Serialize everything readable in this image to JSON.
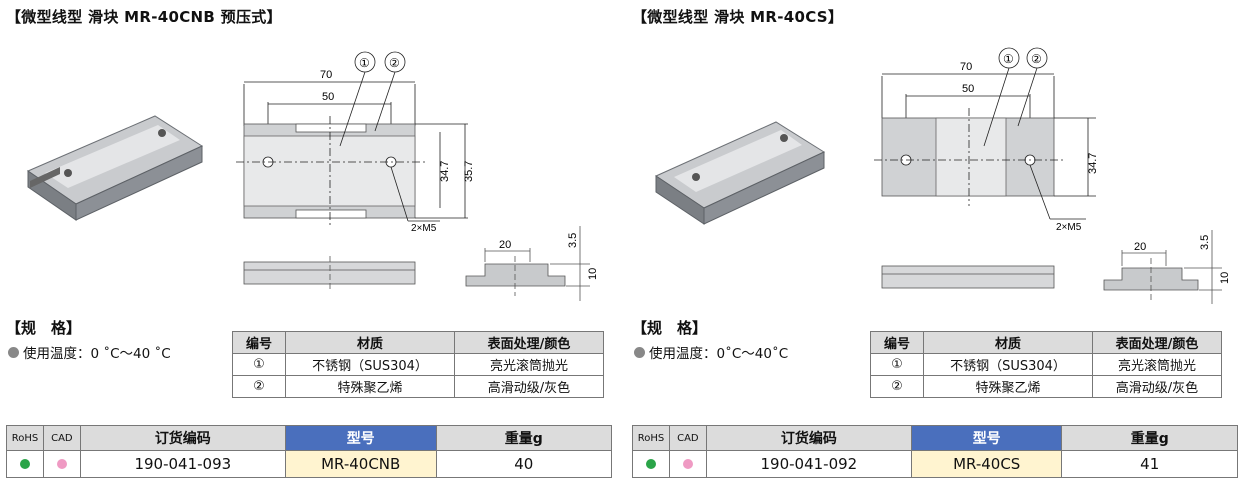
{
  "left": {
    "title": "【微型线型 滑块 MR-40CNB 预压式】",
    "drawing": {
      "dim_70": "70",
      "dim_50": "50",
      "dim_34_7": "34.7",
      "dim_35_7": "35.7",
      "hole": "2×M5",
      "dim_20": "20",
      "dim_3_5": "3.5",
      "dim_10": "10",
      "callout_1": "①",
      "callout_2": "②"
    },
    "spec_heading": "【规　格】",
    "temperature": "使用温度：0 ˚C～40 ˚C",
    "material_table": {
      "headers": [
        "编号",
        "材质",
        "表面处理/颜色"
      ],
      "rows": [
        [
          "①",
          "不锈钢（SUS304）",
          "亮光滚筒抛光"
        ],
        [
          "②",
          "特殊聚乙烯",
          "高滑动级/灰色"
        ]
      ]
    },
    "order_table": {
      "headers": [
        "RoHS",
        "CAD",
        "订货编码",
        "型号",
        "重量g"
      ],
      "row": {
        "code": "190-041-093",
        "model": "MR-40CNB",
        "weight": "40"
      }
    }
  },
  "right": {
    "title": "【微型线型 滑块 MR-40CS】",
    "drawing": {
      "dim_70": "70",
      "dim_50": "50",
      "dim_34_7": "34.7",
      "hole": "2×M5",
      "dim_20": "20",
      "dim_3_5": "3.5",
      "dim_10": "10",
      "callout_1": "①",
      "callout_2": "②"
    },
    "spec_heading": "【规　格】",
    "temperature": "使用温度：0˚C～40˚C",
    "material_table": {
      "headers": [
        "编号",
        "材质",
        "表面处理/颜色"
      ],
      "rows": [
        [
          "①",
          "不锈钢（SUS304）",
          "亮光滚筒抛光"
        ],
        [
          "②",
          "特殊聚乙烯",
          "高滑动级/灰色"
        ]
      ]
    },
    "order_table": {
      "headers": [
        "RoHS",
        "CAD",
        "订货编码",
        "型号",
        "重量g"
      ],
      "row": {
        "code": "190-041-092",
        "model": "MR-40CS",
        "weight": "41"
      }
    }
  }
}
